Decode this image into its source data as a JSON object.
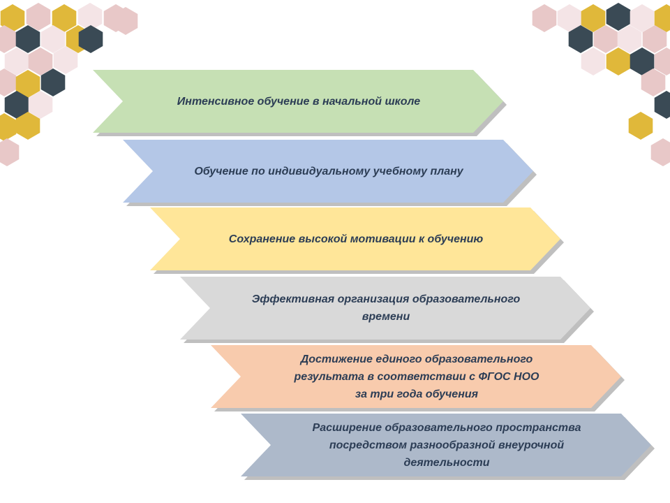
{
  "steps": [
    {
      "text": "Интенсивное обучение в начальной школе",
      "color": "#c6e0b4"
    },
    {
      "text": "Обучение по индивидуальному учебному плану",
      "color": "#b4c7e7"
    },
    {
      "text": "Сохранение высокой мотивации к обучению",
      "color": "#ffe699"
    },
    {
      "text": "Эффективная организация образовательного\nвремени",
      "color": "#d9d9d9"
    },
    {
      "text": "Достижение единого образовательного\nрезультата в соответствии с ФГОС НОО\nза три года обучения",
      "color": "#f8cbad"
    },
    {
      "text": "Расширение образовательного пространства\nпосредством разнообразной внеурочной\nдеятельности",
      "color": "#adb9ca"
    }
  ],
  "decor": {
    "colors": {
      "gold": "#e0b83a",
      "dark": "#3a4a55",
      "pink": "#e8c8c8",
      "light": "#f4e4e6"
    }
  }
}
